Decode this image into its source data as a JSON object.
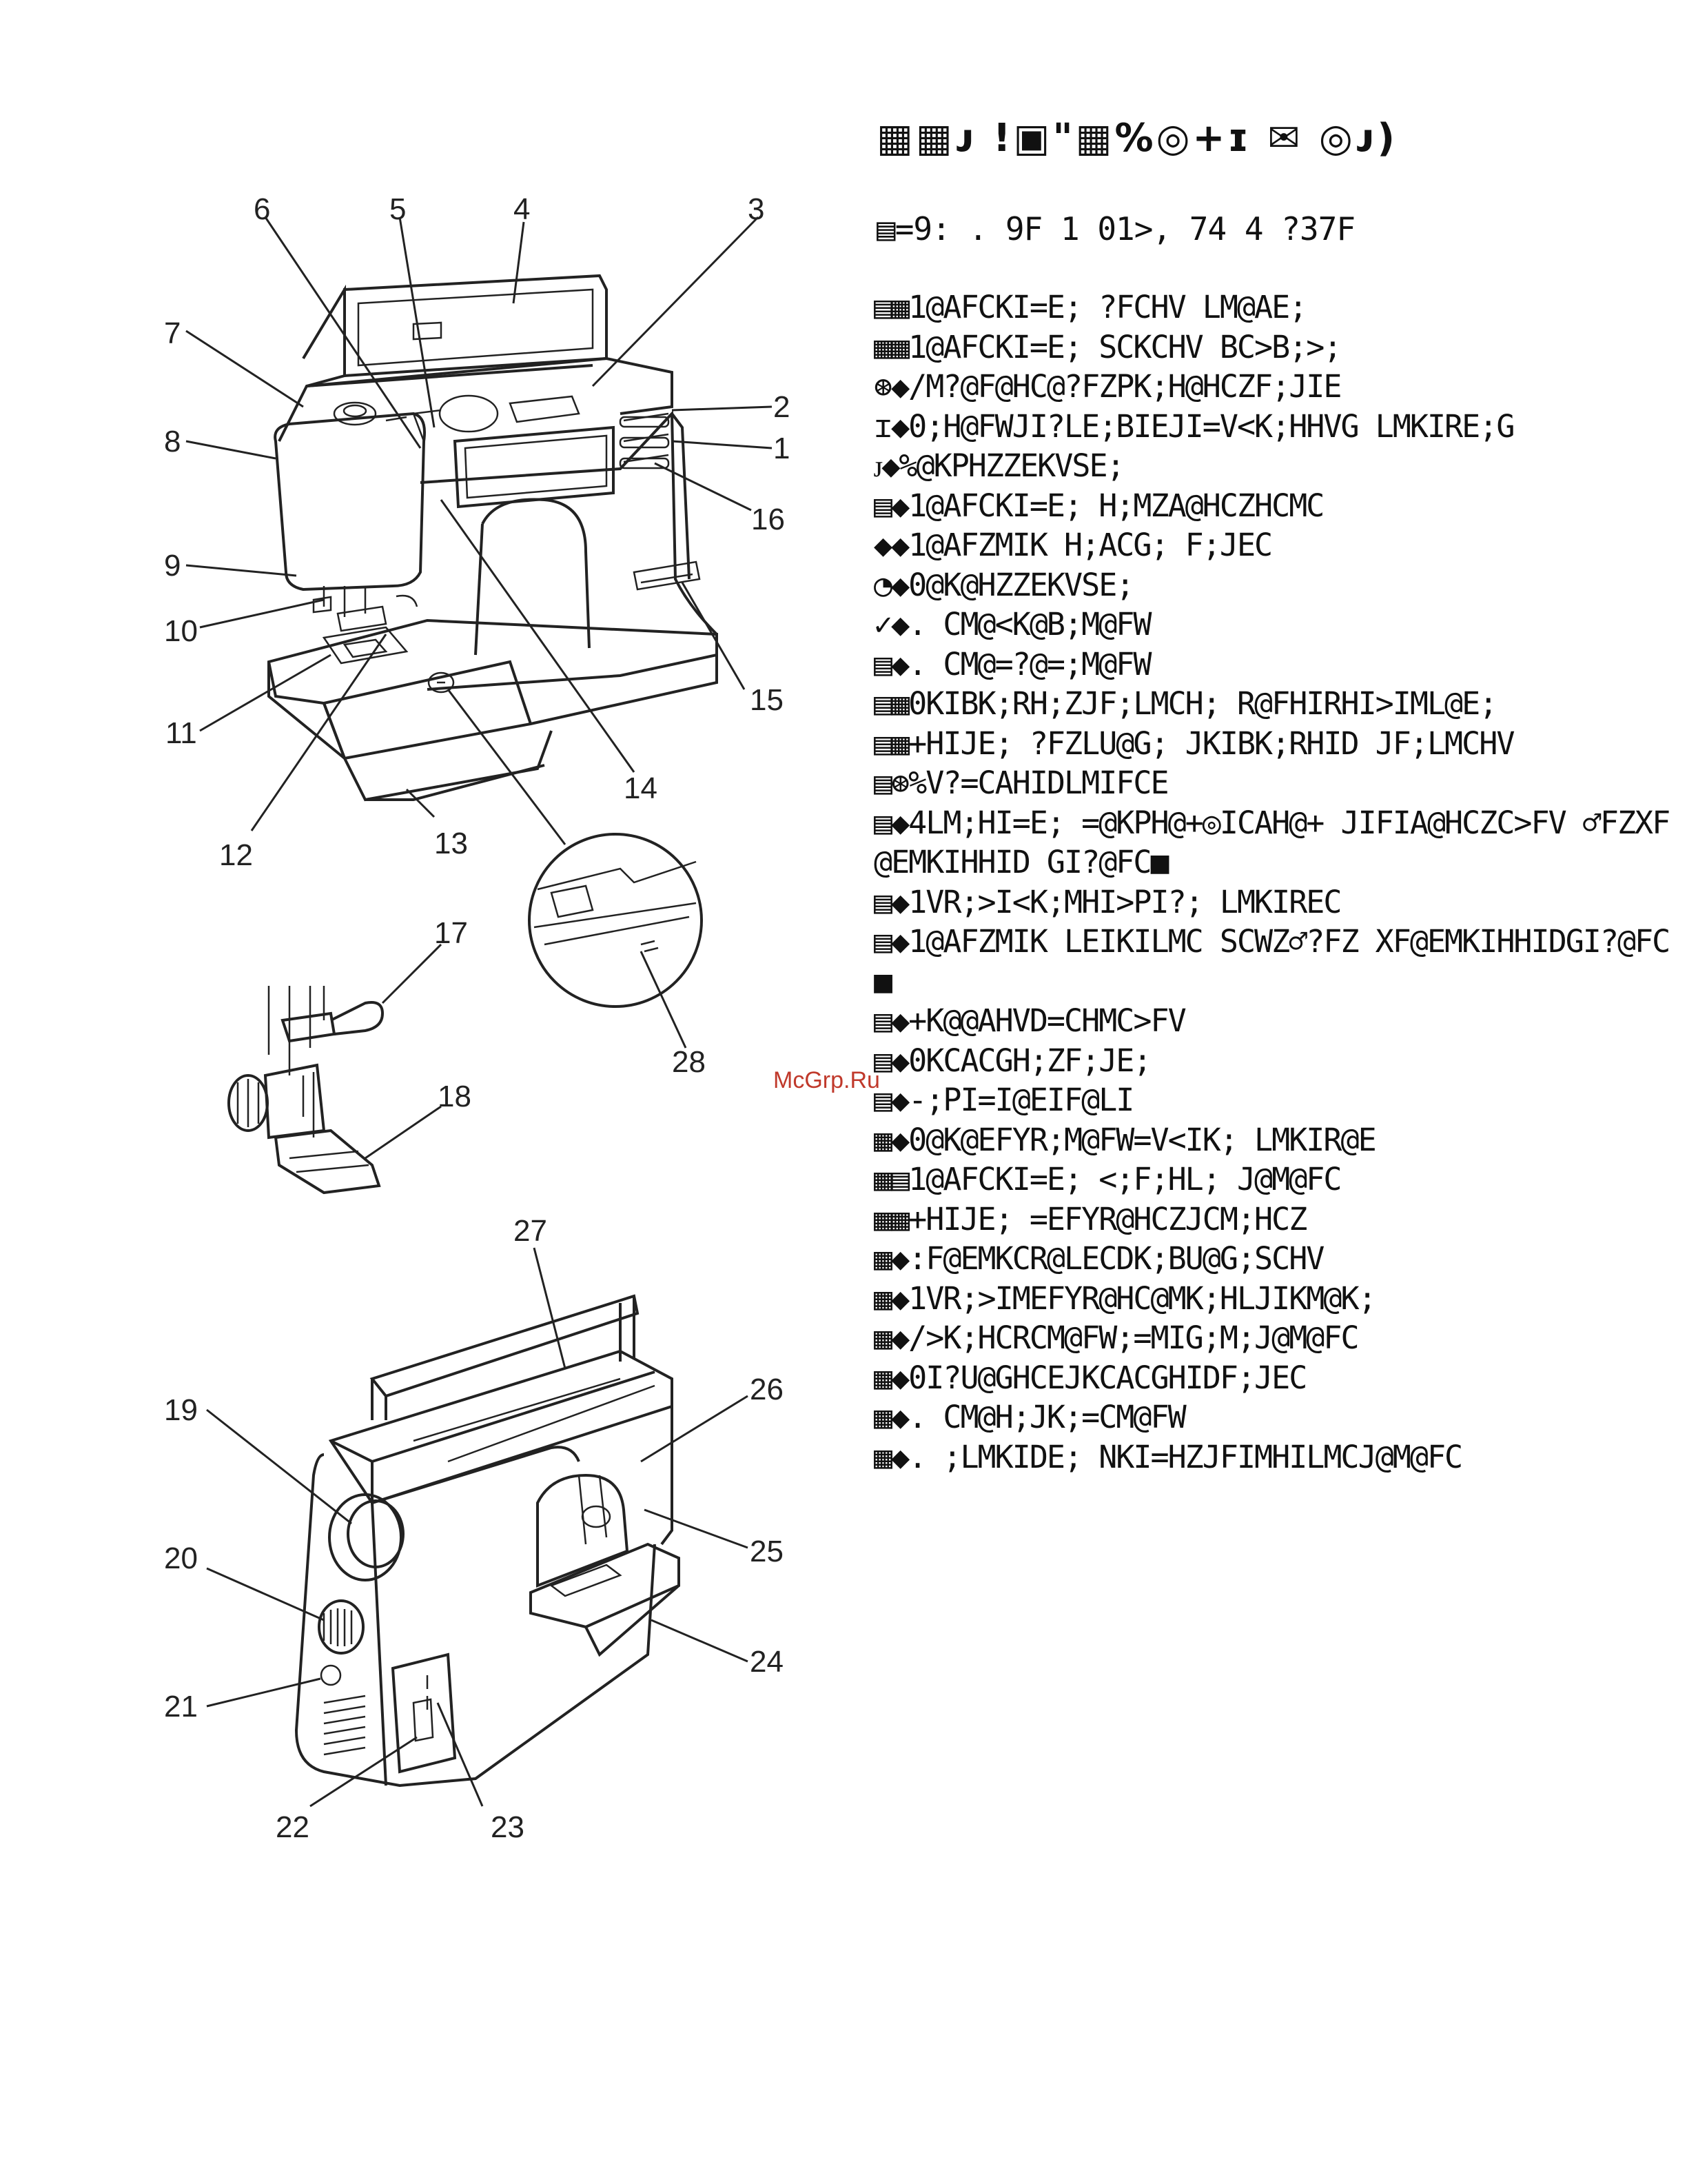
{
  "page": {
    "heading": "▦▦ᴊ  !▣\"▦%◎+ɪ ✉  ◎ᴊ)",
    "subheading": "▤=9: . 9F 1 01>, 74 4 ?37F",
    "watermark": "McGrp.Ru"
  },
  "parts": [
    "▤▦1@AFCKI=E; ?FCHV LM@AE;",
    "▦▦1@AFCKI=E; SCKCHV BC>B;>;",
    "⊛◆/M?@F@HC@?FZPK;H@HCZF;JIE",
    "ɪ◆0;H@FWJI?LE;BIEJI=V<K;HHVG LMKIRE;G",
    "ᴊ◆%@KPHZZEKVSE;",
    "▤◆1@AFCKI=E; H;MZA@HCZHCMC",
    "◆◆1@AFZMIK H;ACG; F;JEC",
    "◔◆0@K@HZZEKVSE;",
    "✓◆. CM@<K@B;M@FW",
    "▤◆. CM@=?@=;M@FW",
    "▤▦0KIBK;RH;ZJF;LMCH; R@FHIRHI>IML@E;",
    "▤▦+HIJE; ?FZLU@G; JKIBK;RHID JF;LMCHV",
    "▤⊛%V?=CAHIDLMIFCE",
    "▤◆4LM;HI=E; =@KPH@+◎ICAH@+ JIFIA@HCZC>FV ♂FZXF@EMKIHHID GI?@FC■",
    "▤◆1VR;>I<K;MHI>PI?; LMKIREC",
    "▤◆1@AFZMIK LEIKILMC SCWZ♂?FZ XF@EMKIHHIDGI?@FC■",
    "▤◆+K@@AHVD=CHMC>FV",
    "▤◆0KCACGH;ZF;JE;",
    "▤◆-;PI=I@EIF@LI",
    "▦◆0@K@EFYR;M@FW=V<IK; LMKIR@E",
    "▦▤1@AFCKI=E; <;F;HL; J@M@FC",
    "▦▦+HIJE; =EFYR@HCZJCM;HCZ",
    "▦◆:F@EMKCR@LECDK;BU@G;SCHV",
    "▦◆1VR;>IMEFYR@HC@MK;HLJIKM@K;",
    "▦◆/>K;HCRCM@FW;=MIG;M;J@M@FC",
    "▦◆0I?U@GHCEJKCACGHIDF;JEC",
    "▦◆. CM@H;JK;=CM@FW",
    "▦◆. ;LMKIDE; NKI=HZJFIMHILMCJ@M@FC"
  ],
  "callouts": [
    "1",
    "2",
    "3",
    "4",
    "5",
    "6",
    "7",
    "8",
    "9",
    "10",
    "11",
    "12",
    "13",
    "14",
    "15",
    "16",
    "17",
    "18",
    "19",
    "20",
    "21",
    "22",
    "23",
    "24",
    "25",
    "26",
    "27",
    "28"
  ]
}
